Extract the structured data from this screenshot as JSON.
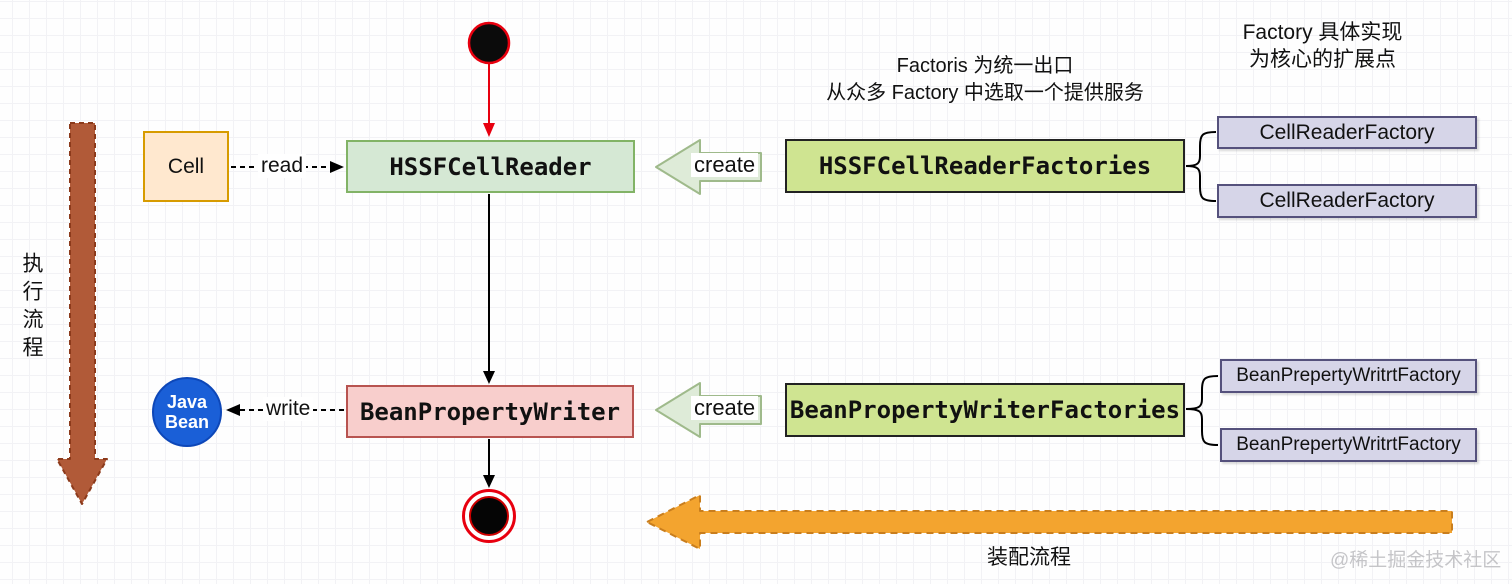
{
  "nodes": {
    "cell": {
      "label": "Cell"
    },
    "hssf_cell_reader": {
      "label": "HSSFCellReader"
    },
    "bean_property_writer": {
      "label": "BeanPropertyWriter"
    },
    "hssf_cell_reader_factories": {
      "label": "HSSFCellReaderFactories"
    },
    "bean_property_writer_factories": {
      "label": "BeanPropertyWriterFactories"
    },
    "cell_reader_factory_1": {
      "label": "CellReaderFactory"
    },
    "cell_reader_factory_2": {
      "label": "CellReaderFactory"
    },
    "bean_preperty_writrt_factory_1": {
      "label": "BeanPrepertyWritrtFactory"
    },
    "bean_preperty_writrt_factory_2": {
      "label": "BeanPrepertyWritrtFactory"
    },
    "java_bean": {
      "label_line1": "Java",
      "label_line2": "Bean"
    }
  },
  "edges": {
    "read_label": "read",
    "write_label": "write",
    "create_top_label": "create",
    "create_bottom_label": "create"
  },
  "annotations": {
    "factoris_note_line1": "Factoris 为统一出口",
    "factoris_note_line2": "从众多 Factory 中选取一个提供服务",
    "factory_note_line1": "Factory 具体实现",
    "factory_note_line2": "为核心的扩展点",
    "execution_flow": "执行流程",
    "assembly_flow": "装配流程"
  },
  "watermark": "@稀土掘金技术社区",
  "colors": {
    "grid-minor": "#f2f2f5",
    "grid-major": "#e4e4ea",
    "cell-fill": "#FFE8CF",
    "cell-border": "#D79B00",
    "reader-fill": "#D5E8D4",
    "reader-border": "#82B366",
    "writer-fill": "#F8CECC",
    "writer-border": "#B85450",
    "factories-fill": "#CFE491",
    "factories-border": "#222222",
    "factory-fill": "#D6D5E8",
    "factory-border": "#55517C",
    "javabean-fill": "#1A5FD7",
    "javabean-border": "#0D47B8",
    "create-fill": "#DEEBD8",
    "create-border": "#9FBA8B",
    "execution-fill": "#B15A38",
    "execution-border": "#8C3A1B",
    "assembly-fill": "#F3A42F",
    "assembly-border": "#C97E1D",
    "start-red": "#E8000F",
    "arrow-black": "#000000",
    "watermark-gray": "#C5C5C8"
  }
}
